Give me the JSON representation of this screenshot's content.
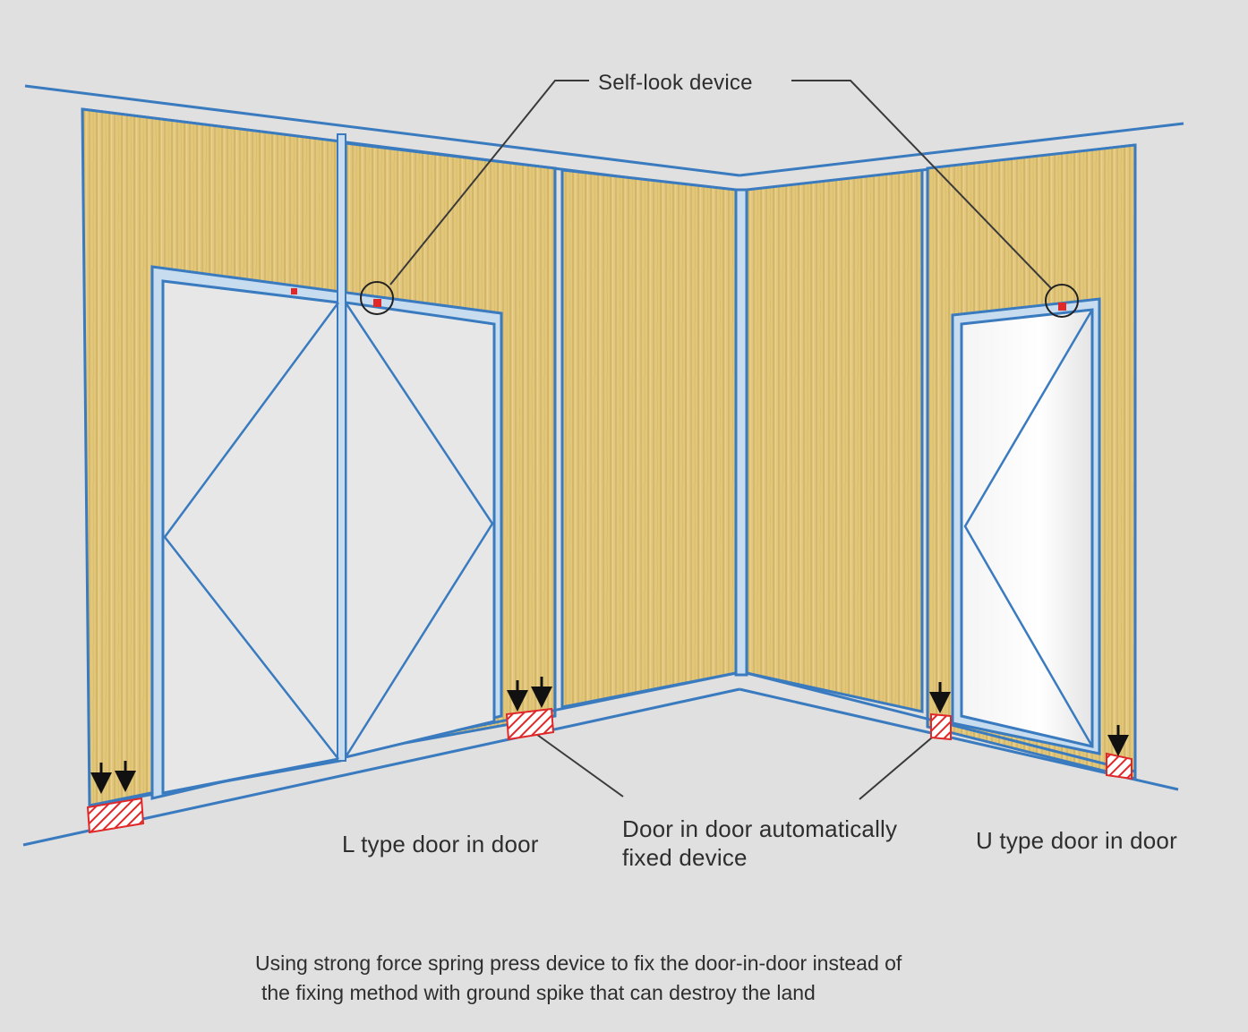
{
  "labels": {
    "self_lock": "Self-look device",
    "l_type": "L type door in door",
    "fixed_device_line1": "Door in door automatically",
    "fixed_device_line2": "fixed device",
    "u_type": "U type door in door"
  },
  "caption": {
    "line1": "Using strong force spring press device to fix the door-in-door instead of",
    "line2": "the fixing method with ground spike that can destroy the land"
  },
  "colors": {
    "background": "#e0e0e0",
    "wood": "#e2c77a",
    "wood_grain": "#c9a957",
    "frame_blue": "#3a7bc0",
    "frame_light": "#c8dcef",
    "door_fill": "#e7e7e7",
    "fixing_red": "#e02828",
    "leader": "#3a3a3a"
  },
  "icons": {
    "press_arrow": "down-arrow-icon",
    "lock_marker": "lock-circle-icon",
    "fixing_block": "hatched-block-icon"
  }
}
